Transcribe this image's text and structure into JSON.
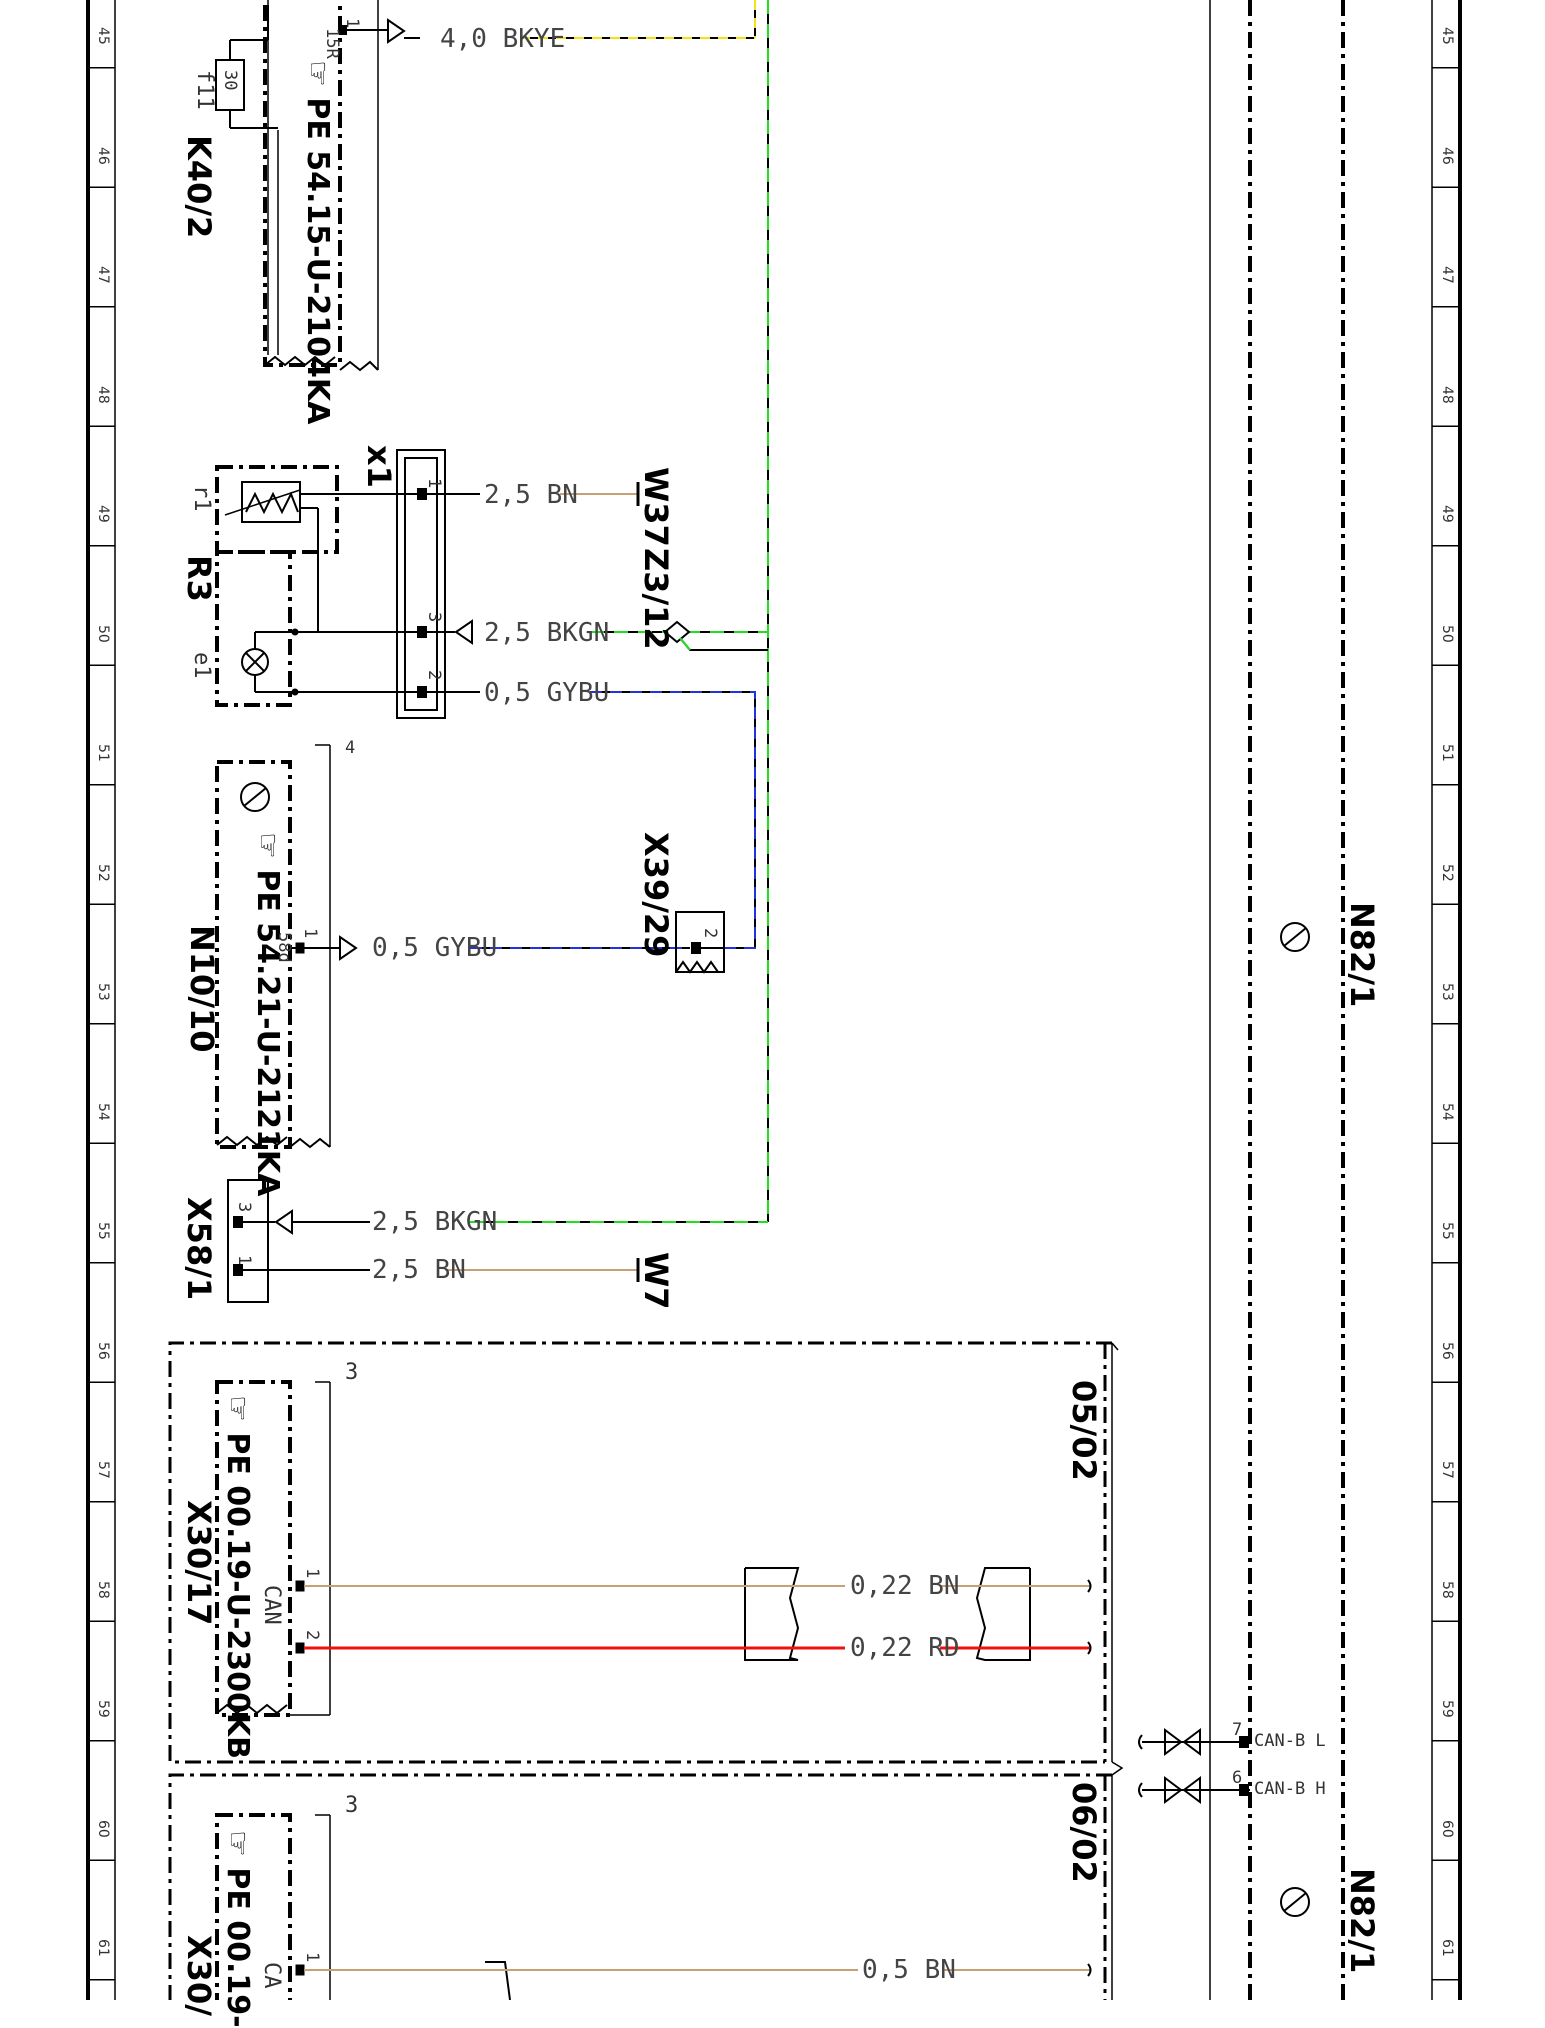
{
  "grid_numbers": [
    "45",
    "46",
    "47",
    "48",
    "49",
    "50",
    "51",
    "52",
    "53",
    "54",
    "55",
    "56",
    "57",
    "58",
    "59",
    "60",
    "61"
  ],
  "components": {
    "k40_2": "K40/2",
    "f11": "f11",
    "f11_rating": "30",
    "r3": "R3",
    "r1": "r1",
    "e1": "e1",
    "x1": "x1",
    "n10_10": "N10/10",
    "x58_1": "X58/1",
    "x30_17": "X30/17",
    "x30_partial": "X30/",
    "n82_1_upper": "N82/1",
    "n82_1_lower": "N82/1",
    "w37": "W37",
    "w7": "W7",
    "z3_12": "Z3/12",
    "x39_29": "X39/29"
  },
  "pe_refs": {
    "k40_2": "PE 54.15-U-2104KA",
    "n10_10": "PE 54.21-U-2121KA",
    "x30_17": "PE 00.19-U-2300KB",
    "x30_partial": "PE 00.19-"
  },
  "wires": {
    "bkye_40": "4,0 BKYE",
    "bn_25_top": "2,5 BN",
    "bkgn_25_top": "2,5 BKGN",
    "gybu_05_a": "0,5 GYBU",
    "gybu_05_b": "0,5 GYBU",
    "bkgn_25_bottom": "2,5 BKGN",
    "bn_25_bottom": "2,5 BN",
    "bn_022": "0,22 BN",
    "rd_022": "0,22 RD",
    "bn_05": "0,5 BN"
  },
  "pins": {
    "k40_15r": "15R",
    "k40_1": "1",
    "x1_1": "1",
    "x1_3": "3",
    "x1_2": "2",
    "n10_58d": "58d",
    "n10_1": "1",
    "n10_4": "4",
    "x39_2": "2",
    "x58_3": "3",
    "x58_1": "1",
    "x30_3": "3",
    "x30_1": "1",
    "x30_2": "2",
    "x30b_3": "3",
    "x30b_1": "1",
    "n82_7": "7",
    "n82_6": "6"
  },
  "signals": {
    "can": "CAN",
    "can_partial": "CA",
    "can_b_l": "CAN-B L",
    "can_b_h": "CAN-B H"
  },
  "references": {
    "ref_05_02": "05/02",
    "ref_06_02": "06/02"
  },
  "colors": {
    "bkye": "#f4e11b",
    "bkgn": "#22dd22",
    "bn": "#c8a078",
    "gybu": "#2233dd",
    "rd": "#ee1111",
    "black": "#000000"
  }
}
